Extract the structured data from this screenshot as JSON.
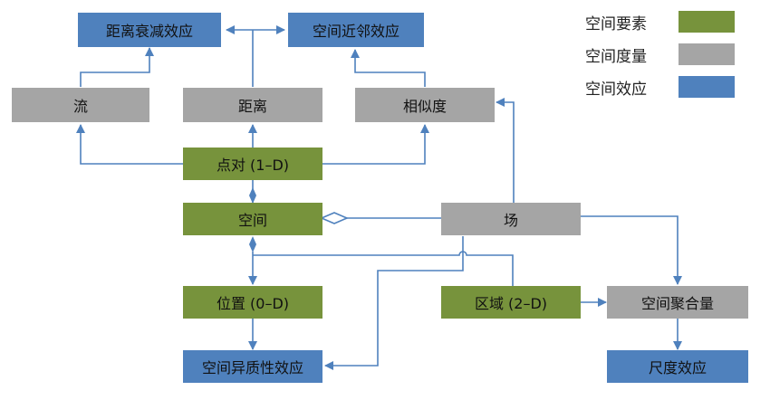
{
  "nodes": {
    "distance_decay": "距离衰减效应",
    "neighbor_effect": "空间近邻效应",
    "flow": "流",
    "distance": "距离",
    "similarity": "相似度",
    "point_pair": "点对 (1–D)",
    "space": "空间",
    "field": "场",
    "location": "位置 (0–D)",
    "region": "区域 (2–D)",
    "spatial_aggregation": "空间聚合量",
    "heterogeneity": "空间异质性效应",
    "scale_effect": "尺度效应"
  },
  "legend": {
    "element": "空间要素",
    "measure": "空间度量",
    "effect": "空间效应"
  },
  "colors": {
    "element": "#77933c",
    "measure": "#a5a5a5",
    "effect": "#4f81bd",
    "line": "#4f81bd"
  }
}
